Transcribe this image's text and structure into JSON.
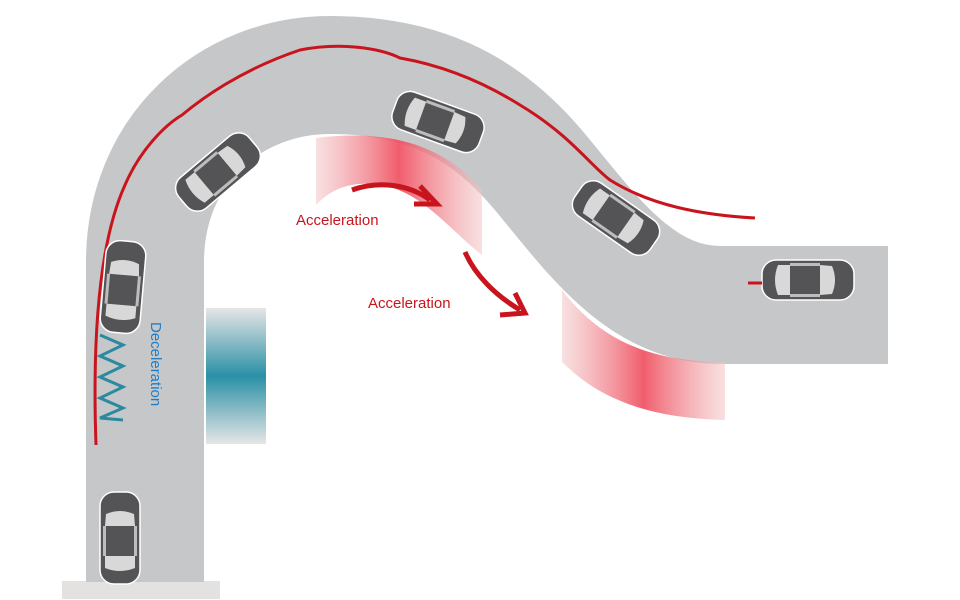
{
  "labels": {
    "acceleration_1": "Acceleration",
    "acceleration_2": "Acceleration",
    "deceleration": "Deceleration"
  },
  "colors": {
    "road": "#c6c7c9",
    "trajectory": "#c8151d",
    "acceleration": "#ef4b5c",
    "deceleration": "#2a90a6",
    "car_body": "#545456",
    "car_glass": "#d8d8d8"
  }
}
